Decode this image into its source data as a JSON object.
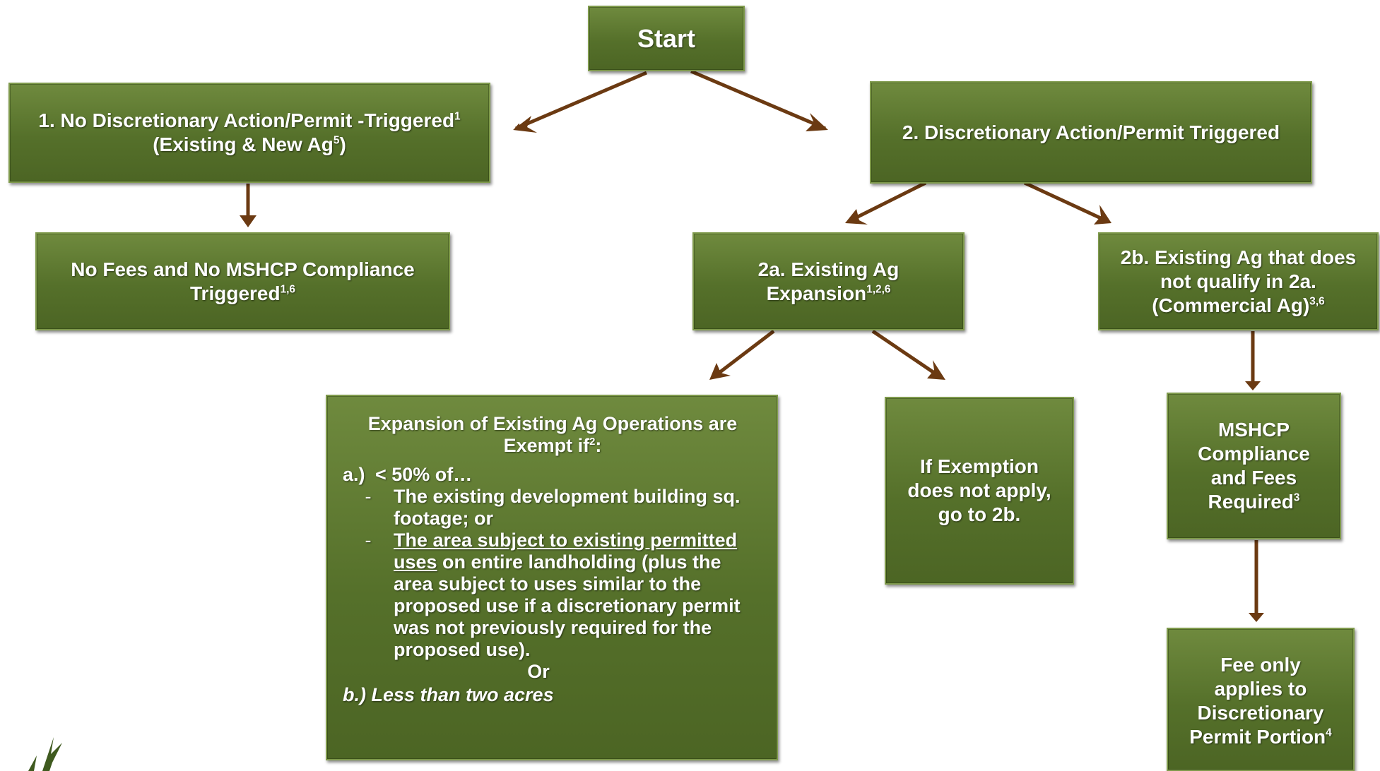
{
  "start": {
    "label": "Start"
  },
  "box1": {
    "line1": "1. No Discretionary Action/Permit -Triggered",
    "sup1": "1",
    "line2a": "(Existing & New Ag",
    "sup2": "5",
    "line2b": ")"
  },
  "box1a": {
    "line1": "No Fees and No MSHCP Compliance",
    "line2": "Triggered",
    "sup": "1,6"
  },
  "box2": {
    "label": "2. Discretionary Action/Permit Triggered"
  },
  "box2a": {
    "line1": "2a. Existing Ag",
    "line2": "Expansion",
    "sup": "1,2,6"
  },
  "box2b": {
    "line1": "2b. Existing Ag that does",
    "line2": "not qualify in 2a.",
    "line3": "(Commercial Ag)",
    "sup": "3,6"
  },
  "exempt": {
    "head1": "Expansion of Existing Ag Operations are",
    "head2": "Exempt if",
    "head2_sup": "2",
    "head2_end": ":",
    "a_label": "a.)",
    "a_text": "< 50% of…",
    "dash": "-",
    "item1": "The existing development building sq. footage; or",
    "item2_underlined": "The area subject to existing permitted uses",
    "item2_rest": " on entire landholding (plus the area subject to uses similar to the proposed use if a discretionary permit was not previously required for the proposed use).",
    "or": "Or",
    "b_text": "b.) Less than two acres"
  },
  "notapply": {
    "line1": "If Exemption",
    "line2": "does not apply,",
    "line3": "go to 2b."
  },
  "mshcp": {
    "line1": "MSHCP",
    "line2": "Compliance",
    "line3": "and Fees",
    "line4": "Required",
    "sup": "3"
  },
  "feeonly": {
    "line1": "Fee only",
    "line2": "applies to",
    "line3": "Discretionary",
    "line4": "Permit Portion",
    "sup": "4"
  },
  "colors": {
    "box_fill": "#5a752c",
    "box_border": "#7f9a4c",
    "arrow": "#6b3a12",
    "text": "#ffffff"
  }
}
